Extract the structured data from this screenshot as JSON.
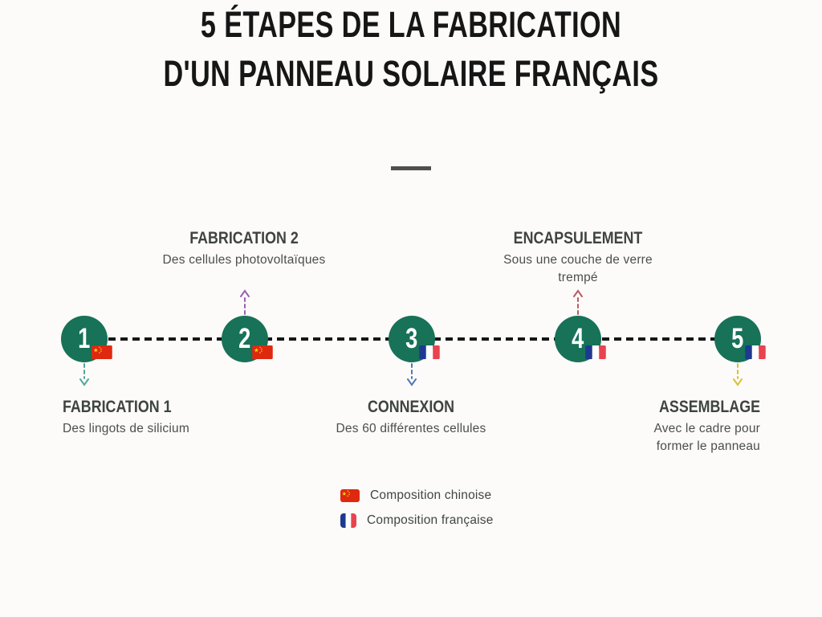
{
  "title": {
    "line1": "5 ÉTAPES DE LA FABRICATION",
    "line2": "D'UN PANNEAU SOLAIRE FRANÇAIS"
  },
  "steps": [
    {
      "number": "1",
      "title": "FABRICATION 1",
      "description": "Des lingots de silicium",
      "flag": "china",
      "label_position": "below",
      "arrow_direction": "down",
      "arrow_color": "#54a79a"
    },
    {
      "number": "2",
      "title": "FABRICATION 2",
      "description": "Des cellules photovoltaïques",
      "flag": "china",
      "label_position": "above",
      "arrow_direction": "up",
      "arrow_color": "#9c5fb3"
    },
    {
      "number": "3",
      "title": "CONNEXION",
      "description": "Des 60 différentes cellules",
      "flag": "france",
      "label_position": "below",
      "arrow_direction": "down",
      "arrow_color": "#4e7ab8"
    },
    {
      "number": "4",
      "title": "ENCAPSULEMENT",
      "description": "Sous une couche de verre trempé",
      "flag": "france",
      "label_position": "above",
      "arrow_direction": "up",
      "arrow_color": "#bc5a62"
    },
    {
      "number": "5",
      "title": "ASSEMBLAGE",
      "description": "Avec le cadre pour former le panneau",
      "flag": "france",
      "label_position": "below",
      "arrow_direction": "down",
      "arrow_color": "#d9c232"
    }
  ],
  "legend": {
    "items": [
      {
        "flag": "china",
        "label": "Composition chinoise"
      },
      {
        "flag": "france",
        "label": "Composition française"
      }
    ]
  },
  "colors": {
    "background": "#fcfbf9",
    "circle_fill": "#177257",
    "circle_number": "#ffffff",
    "timeline_dash": "#161616",
    "heading_text": "#161616",
    "step_title_text": "#3f4440",
    "description_text": "#4b4f4d",
    "china_flag_red": "#de2910",
    "china_flag_yellow": "#ffde00",
    "france_flag_blue": "#1e3a8f",
    "france_flag_red": "#e8434e"
  }
}
